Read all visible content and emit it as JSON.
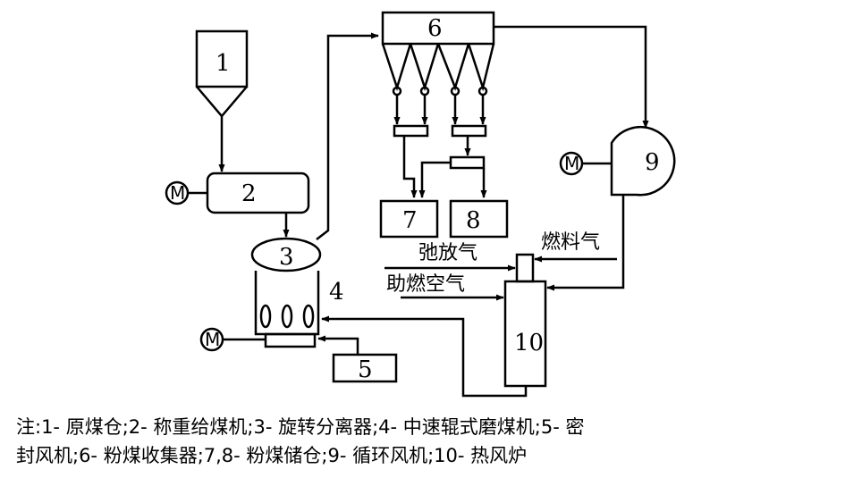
{
  "components": {
    "c1": "1",
    "c2": "2",
    "c3": "3",
    "c4": "4",
    "c5": "5",
    "c6": "6",
    "c7": "7",
    "c8": "8",
    "c9": "9",
    "c10": "10",
    "motor": "M"
  },
  "flows": {
    "purge_air": "弛放气",
    "fuel_gas": "燃料气",
    "combustion_air": "助燃空气"
  },
  "caption": {
    "line1": "注:1- 原煤仓;2- 称重给煤机;3- 旋转分离器;4- 中速辊式磨煤机;5- 密",
    "line2": "封风机;6- 粉煤收集器;7,8- 粉煤储仓;9- 循环风机;10- 热风炉"
  }
}
